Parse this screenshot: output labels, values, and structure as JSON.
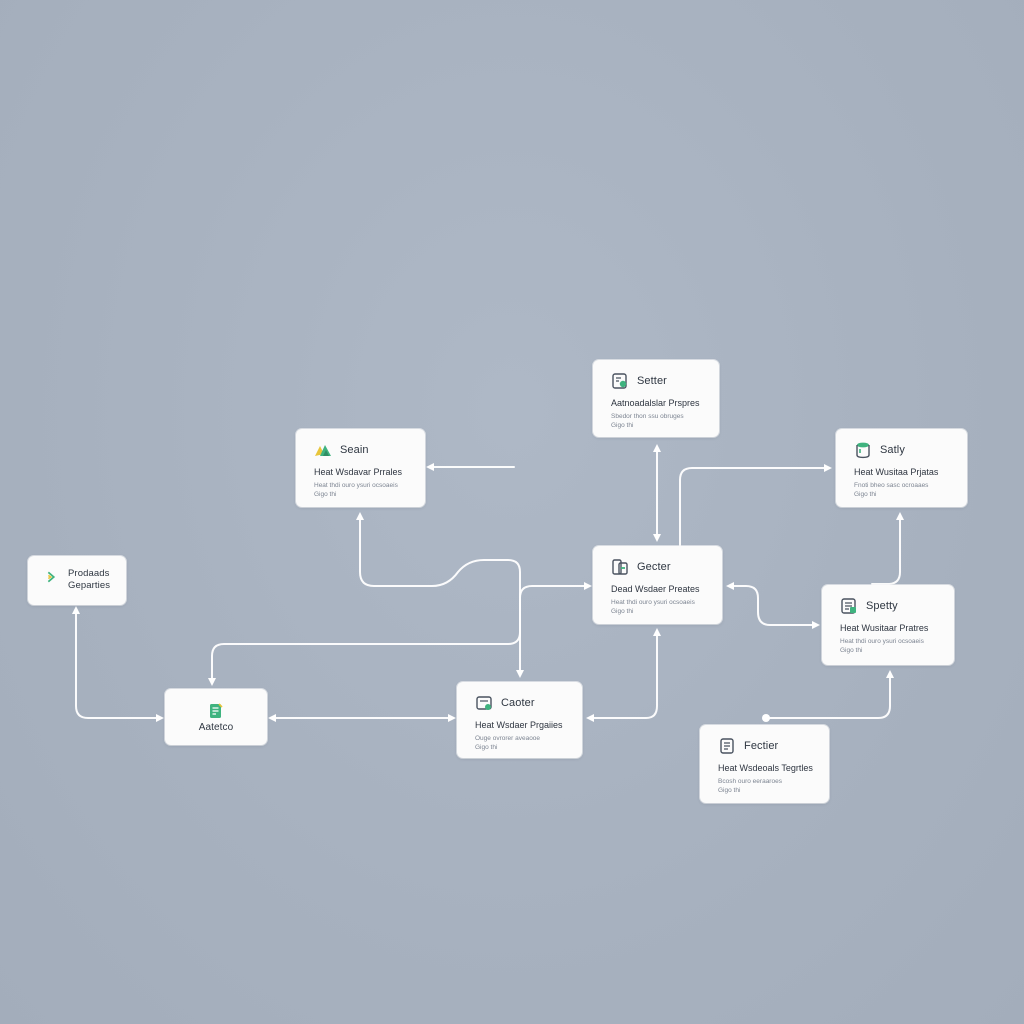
{
  "colors": {
    "background": "#a9b3c1",
    "card": "#fbfbfb",
    "connector": "#ffffff",
    "accent_green": "#3fb37f",
    "accent_yellow": "#e8c53a",
    "icon_stroke": "#4a5360"
  },
  "nodes": {
    "n1": {
      "title": "Seain",
      "subtitle": "Heat Wsdavar Prrales",
      "meta1": "Heat thdi ouro ysuri ocsoaeis",
      "meta2": "Gigo thi",
      "icon": "mountain-logo-icon"
    },
    "n2": {
      "title": "Setter",
      "subtitle": "Aatnoadalslar Prspres",
      "meta1": "Sbedor thon ssu obruges",
      "meta2": "Gigo thi",
      "icon": "document-gear-icon"
    },
    "n3": {
      "title": "Satly",
      "subtitle": "Heat Wusitaa Prjatas",
      "meta1": "Fnoti bheo sasc ocroaaes",
      "meta2": "Gigo thi",
      "icon": "database-icon"
    },
    "n4": {
      "title": "Prodaads",
      "title2": "Geparties",
      "icon": "chevron-logo-icon"
    },
    "n5": {
      "title": "Gecter",
      "subtitle": "Dead Wsdaer Preates",
      "meta1": "Heat thdi ouro ysuri ocsoaeis",
      "meta2": "Gigo thi",
      "icon": "phone-doc-icon"
    },
    "n6": {
      "title": "Spetty",
      "subtitle": "Heat Wusitaar Pratres",
      "meta1": "Heat thdi ouro ysuri ocsoaeis",
      "meta2": "Gigo thi",
      "icon": "list-doc-icon"
    },
    "n7": {
      "title": "Aatetco",
      "icon": "document-green-icon"
    },
    "n8": {
      "title": "Caoter",
      "subtitle": "Heat Wsdaer Prgaiies",
      "meta1": "Ouge ovrorer aveaooe",
      "meta2": "Gigo thi",
      "icon": "card-doc-icon"
    },
    "n9": {
      "title": "Fectier",
      "subtitle": "Heat Wsdeoals Tegrtles",
      "meta1": "Bcosh ouro eeraaroes",
      "meta2": "Gigo thi",
      "icon": "file-list-icon"
    }
  }
}
